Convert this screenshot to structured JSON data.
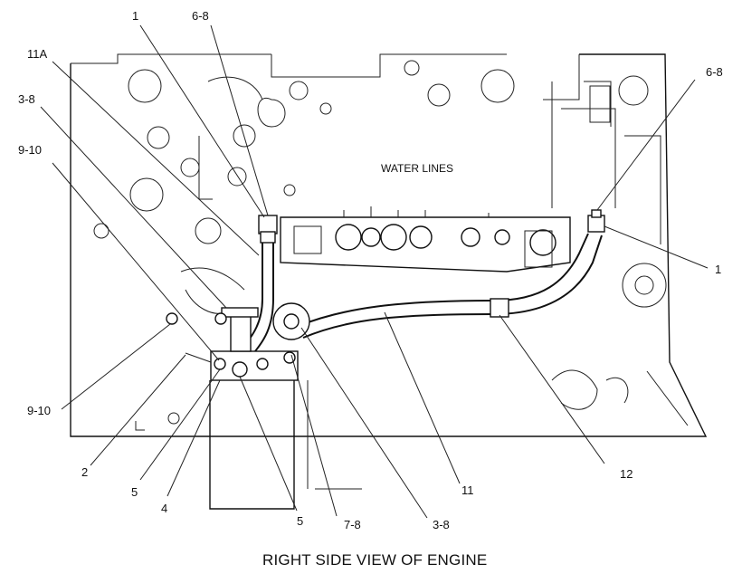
{
  "diagram": {
    "caption": "RIGHT SIDE VIEW OF ENGINE",
    "area_label": "WATER LINES",
    "callouts": [
      {
        "id": "c-1-top",
        "text": "1"
      },
      {
        "id": "c-6-8-top",
        "text": "6-8"
      },
      {
        "id": "c-11a",
        "text": "11A"
      },
      {
        "id": "c-3-8-left",
        "text": "3-8"
      },
      {
        "id": "c-9-10-left",
        "text": "9-10"
      },
      {
        "id": "c-6-8-right",
        "text": "6-8"
      },
      {
        "id": "c-1-right",
        "text": "1"
      },
      {
        "id": "c-9-10-bottom",
        "text": "9-10"
      },
      {
        "id": "c-2",
        "text": "2"
      },
      {
        "id": "c-5-left",
        "text": "5"
      },
      {
        "id": "c-4",
        "text": "4"
      },
      {
        "id": "c-5-mid",
        "text": "5"
      },
      {
        "id": "c-7-8",
        "text": "7-8"
      },
      {
        "id": "c-3-8-bottom",
        "text": "3-8"
      },
      {
        "id": "c-11",
        "text": "11"
      },
      {
        "id": "c-12",
        "text": "12"
      }
    ]
  }
}
